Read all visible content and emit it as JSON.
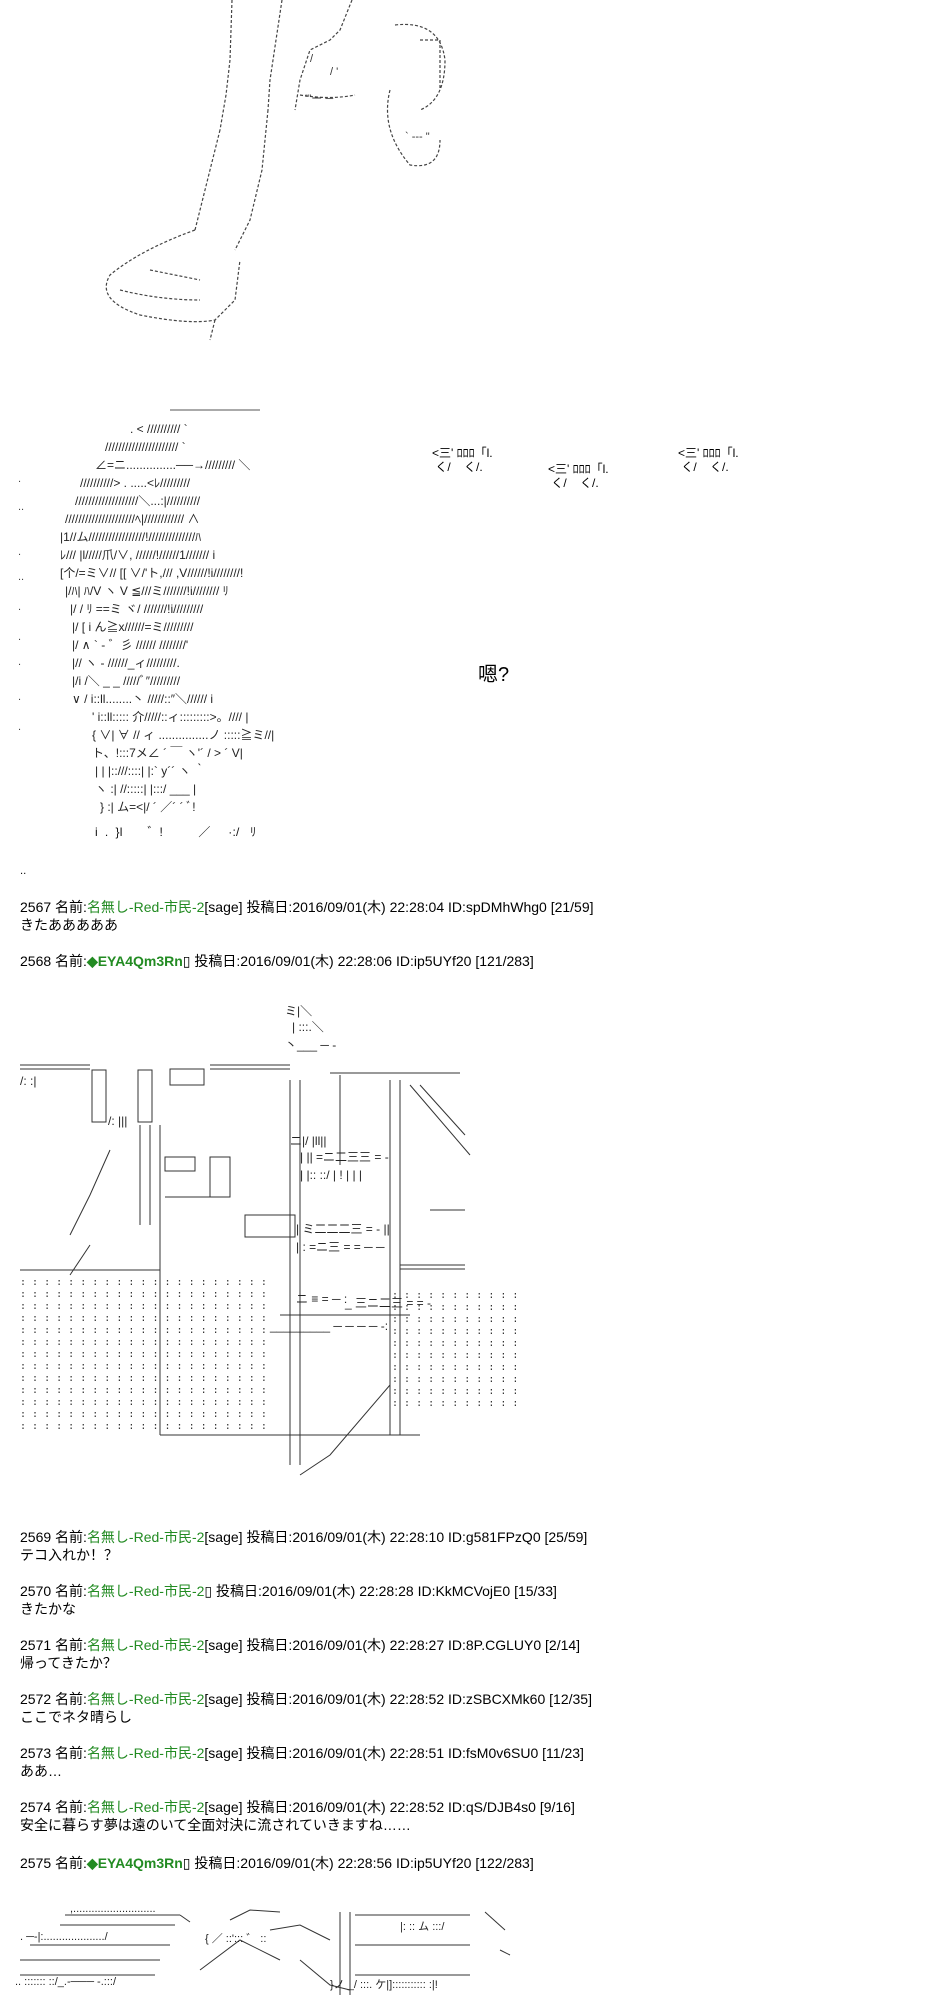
{
  "art_text": {
    "hmm": "嗯?",
    "speech_a": "<三' ﾛﾛﾛ「l.\n く/    く/.",
    "speech_b": "<三' ﾛﾛﾛ「l.\n く/    く/.",
    "speech_c": "<三' ﾛﾛﾛ「l.\n く/    く/.",
    "tail_dot": ".."
  },
  "posts": [
    {
      "num": "2567",
      "label": "名前:",
      "name": "名無し-Red-市民-2",
      "mail": "[sage]",
      "date_label": "投稿日:",
      "date": "2016/09/01(木) 22:28:04",
      "id": "ID:spDMhWhg0",
      "count": "[21/59]",
      "body": "きたあああああ"
    },
    {
      "num": "2568",
      "label": "名前:",
      "name": "◆EYA4Qm3Rn",
      "mail": "",
      "date_label": "投稿日:",
      "date": "2016/09/01(木) 22:28:06",
      "id": "ID:ip5UYf20",
      "count": "[121/283]",
      "body": ""
    },
    {
      "num": "2569",
      "label": "名前:",
      "name": "名無し-Red-市民-2",
      "mail": "[sage]",
      "date_label": "投稿日:",
      "date": "2016/09/01(木) 22:28:10",
      "id": "ID:g581FPzQ0",
      "count": "[25/59]",
      "body": "テコ入れか！？"
    },
    {
      "num": "2570",
      "label": "名前:",
      "name": "名無し-Red-市民-2",
      "mail": "",
      "date_label": "投稿日:",
      "date": "2016/09/01(木) 22:28:28",
      "id": "ID:KkMCVojE0",
      "count": "[15/33]",
      "body": "きたかな"
    },
    {
      "num": "2571",
      "label": "名前:",
      "name": "名無し-Red-市民-2",
      "mail": "[sage]",
      "date_label": "投稿日:",
      "date": "2016/09/01(木) 22:28:27",
      "id": "ID:8P.CGLUY0",
      "count": "[2/14]",
      "body": "帰ってきたか？"
    },
    {
      "num": "2572",
      "label": "名前:",
      "name": "名無し-Red-市民-2",
      "mail": "[sage]",
      "date_label": "投稿日:",
      "date": "2016/09/01(木) 22:28:52",
      "id": "ID:zSBCXMk60",
      "count": "[12/35]",
      "body": "ここでネタ晴らし"
    },
    {
      "num": "2573",
      "label": "名前:",
      "name": "名無し-Red-市民-2",
      "mail": "[sage]",
      "date_label": "投稿日:",
      "date": "2016/09/01(木) 22:28:51",
      "id": "ID:fsM0v6SU0",
      "count": "[11/23]",
      "body": "ああ…"
    },
    {
      "num": "2574",
      "label": "名前:",
      "name": "名無し-Red-市民-2",
      "mail": "[sage]",
      "date_label": "投稿日:",
      "date": "2016/09/01(木) 22:28:52",
      "id": "ID:qS/DJB4s0",
      "count": "[9/16]",
      "body": "安全に暮らす夢は遠のいて全面対決に流されていきますね……"
    },
    {
      "num": "2575",
      "label": "名前:",
      "name": "◆EYA4Qm3Rn",
      "mail": "",
      "date_label": "投稿日:",
      "date": "2016/09/01(木) 22:28:56",
      "id": "ID:ip5UYf20",
      "count": "[122/283]",
      "body": ""
    }
  ],
  "colors": {
    "name": "#228b22",
    "text": "#000000",
    "background": "#ffffff"
  }
}
